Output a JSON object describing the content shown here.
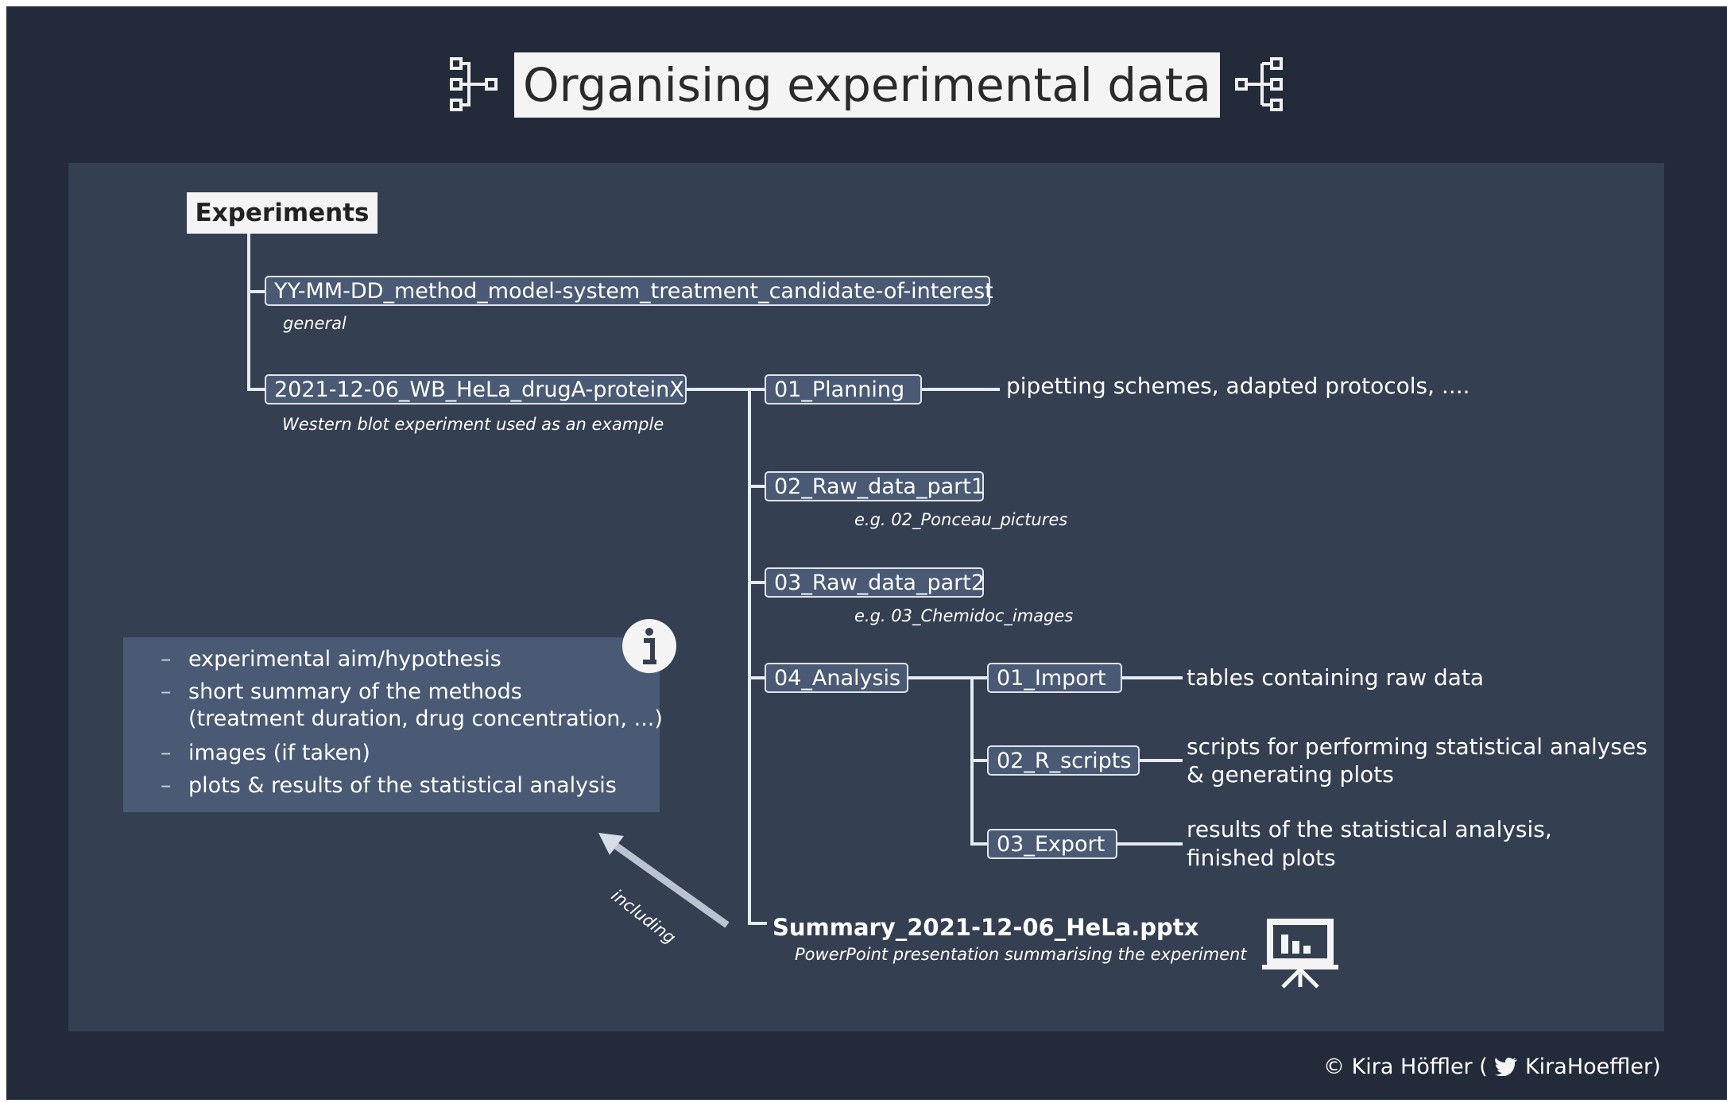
{
  "title": "Organising experimental data",
  "root_folder": "Experiments",
  "general_pattern": {
    "folder": "YY-MM-DD_method_model-system_treatment_candidate-of-interest",
    "caption": "general"
  },
  "example": {
    "folder": "2021-12-06_WB_HeLa_drugA-proteinX",
    "caption": "Western blot experiment used as an example"
  },
  "subfolders": {
    "planning": {
      "label": "01_Planning",
      "note": "pipetting schemes, adapted protocols, ...."
    },
    "raw1": {
      "label": "02_Raw_data_part1",
      "caption": "e.g. 02_Ponceau_pictures"
    },
    "raw2": {
      "label": "03_Raw_data_part2",
      "caption": "e.g. 03_Chemidoc_images"
    },
    "analysis": {
      "label": "04_Analysis"
    }
  },
  "analysis_subfolders": {
    "import": {
      "label": "01_Import",
      "note": "tables containing raw data"
    },
    "r_scripts": {
      "label": "02_R_scripts",
      "note_line1": "scripts for performing statistical analyses",
      "note_line2": "& generating plots"
    },
    "export": {
      "label": "03_Export",
      "note_line1": "results of the statistical analysis,",
      "note_line2": "finished plots"
    }
  },
  "summary": {
    "file": "Summary_2021-12-06_HeLa.pptx",
    "caption": "PowerPoint presentation summarising the experiment"
  },
  "info_box": {
    "dash": "–",
    "items": [
      "experimental aim/hypothesis",
      "short summary of the methods",
      "(treatment duration, drug concentration, ...)",
      "images (if taken)",
      "plots & results of the statistical analysis"
    ]
  },
  "arrow_label": "including",
  "credit": {
    "prefix": "© Kira Höffler (",
    "handle": "KiraHoeffler)"
  },
  "colors": {
    "background": "#232b3a",
    "panel": "#343f51",
    "folder_fill": "#4a5a74",
    "line": "#e6ebf2"
  }
}
